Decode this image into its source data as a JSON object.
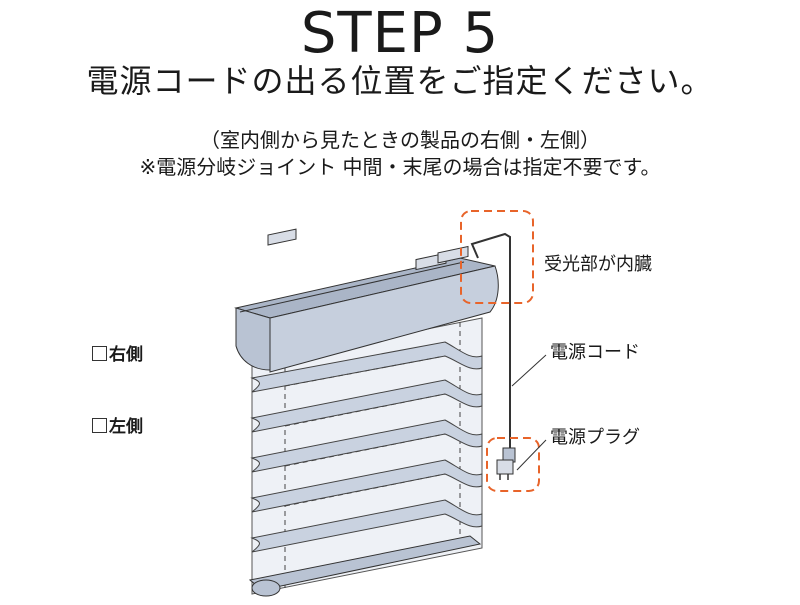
{
  "header": {
    "step": "STEP 5",
    "headline": "電源コードの出る位置をご指定ください。",
    "note1": "（室内側から見たときの製品の右側・左側）",
    "note2": "※電源分岐ジョイント 中間・末尾の場合は指定不要です。"
  },
  "options": [
    {
      "label": "右側",
      "checked": false
    },
    {
      "label": "左側",
      "checked": false
    }
  ],
  "labels": {
    "receiver": "受光部が内臓",
    "cord": "電源コード",
    "plug": "電源プラグ"
  },
  "colors": {
    "headrail": "#b9c3d3",
    "slat": "#c9d2e0",
    "highlight": "#e8642a",
    "outline": "#333333"
  }
}
